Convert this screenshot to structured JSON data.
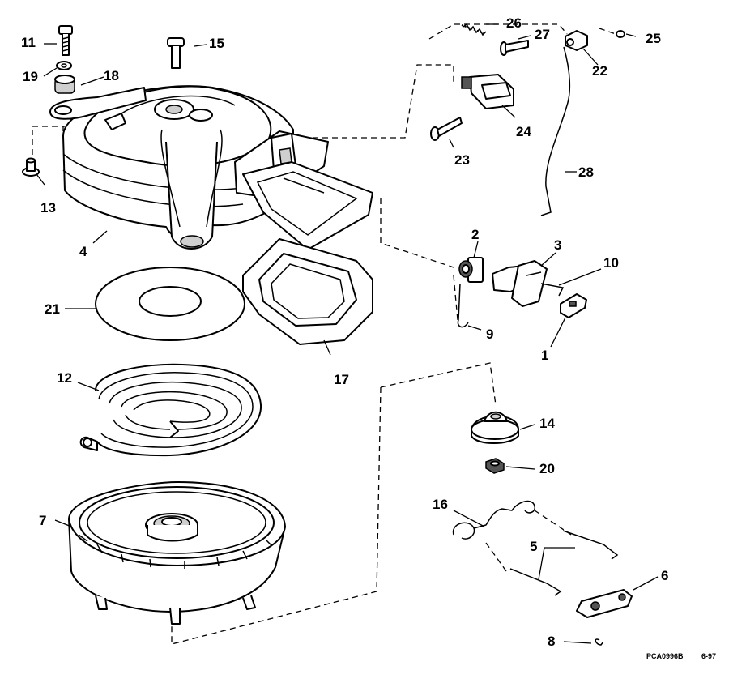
{
  "callouts": {
    "c1": "1",
    "c2": "2",
    "c3": "3",
    "c4": "4",
    "c5": "5",
    "c6": "6",
    "c7": "7",
    "c8": "8",
    "c9": "9",
    "c10": "10",
    "c11": "11",
    "c12": "12",
    "c13": "13",
    "c14": "14",
    "c15": "15",
    "c16": "16",
    "c17": "17",
    "c18": "18",
    "c19": "19",
    "c20": "20",
    "c21": "21",
    "c22": "22",
    "c23": "23",
    "c24": "24",
    "c25": "25",
    "c26": "26",
    "c27": "27",
    "c28": "28"
  },
  "footer": {
    "drawing_code": "PCA0996B",
    "date": "6-97"
  }
}
